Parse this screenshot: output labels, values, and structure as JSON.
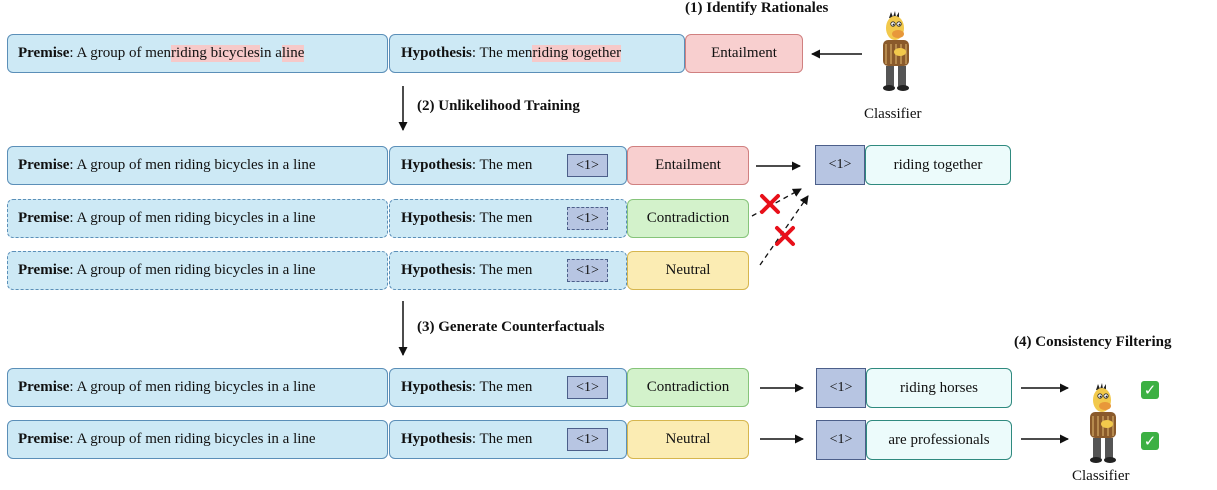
{
  "steps": {
    "identify": "(1) Identify Rationales",
    "unlikelihood": "(2) Unlikelihood Training",
    "generate": "(3) Generate Counterfactuals",
    "filter": "(4) Consistency Filtering"
  },
  "classifier_label": "Classifier",
  "premise_key": "Premise",
  "hypothesis_key": "Hypothesis",
  "premise_text": {
    "p1": ": A group of men ",
    "hl1": "riding bicycles",
    "p2": " in a ",
    "hl2": "line",
    "full": ": A group of men riding bicycles in a line"
  },
  "hypothesis_text": {
    "p1": ": The men ",
    "hl": "riding together",
    "masked": ": The men"
  },
  "mask_token": "<1>",
  "labels": {
    "entailment": "Entailment",
    "contradiction": "Contradiction",
    "neutral": "Neutral"
  },
  "outputs": {
    "train": "riding together",
    "gen1": "riding horses",
    "gen2": "are professionals"
  },
  "colors": {
    "box_fill": "#cde9f5",
    "box_border": "#5b8fb8",
    "entailment": "#f8cfcf",
    "contradiction": "#d3f2cb",
    "neutral": "#fbecb3",
    "mask": "#b7c5e2",
    "output_border": "#2f8a7f",
    "highlight": "#f6c9c9",
    "cross": "#e8101a",
    "check": "#3cb043"
  },
  "icons": [
    "classifier-figure-icon",
    "cross-icon",
    "check-icon"
  ]
}
